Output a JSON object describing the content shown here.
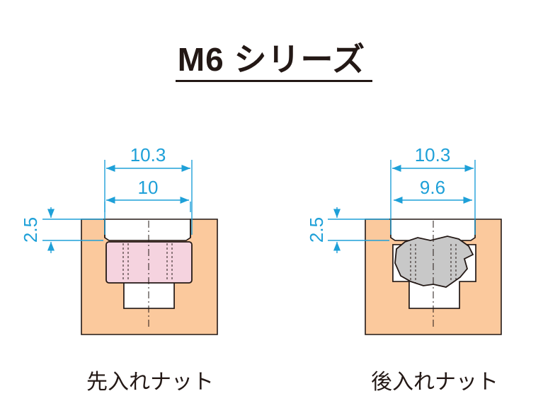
{
  "title": "M6 シリーズ",
  "diagrams": [
    {
      "caption": "先入れナット",
      "dim_outer": "10.3",
      "dim_inner": "10",
      "dim_depth": "2.5"
    },
    {
      "caption": "後入れナット",
      "dim_outer": "10.3",
      "dim_inner": "9.6",
      "dim_depth": "2.5"
    }
  ],
  "colors": {
    "profile_fill": "#fbc99d",
    "nut_front_fill": "#f5d3df",
    "nut_rear_fill": "#c8c8c8",
    "dimension": "#1ea0d8",
    "outline": "#231815"
  }
}
